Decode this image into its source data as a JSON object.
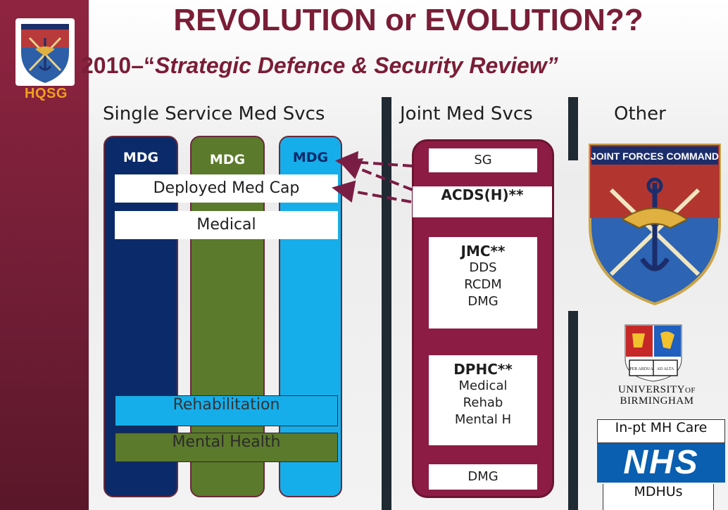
{
  "branding": {
    "tag": "HQSG"
  },
  "header": {
    "title": "REVOLUTION or EVOLUTION??",
    "subtitle_prefix": "2010–“",
    "subtitle_italic": "Strategic Defence & Security Review”"
  },
  "sections": {
    "single": "Single Service Med Svcs",
    "joint": "Joint Med Svcs",
    "other": "Other"
  },
  "single_service": {
    "mdg_labels": [
      "MDG",
      "MDG",
      "MDG"
    ],
    "deployed": "Deployed Med Cap",
    "medical": "Medical",
    "rehab": "Rehabilitation",
    "mental": "Mental Health",
    "colors": {
      "navy": "#0b2a6a",
      "green": "#5b7a2b",
      "cyan": "#16aeea"
    }
  },
  "joint": {
    "sg": "SG",
    "acds": "ACDS(H)**",
    "jmc": {
      "title": "JMC**",
      "items": [
        "DDS",
        "RCDM",
        "DMG"
      ]
    },
    "dphc": {
      "title": "DPHC**",
      "items": [
        "Medical",
        "Rehab",
        "Mental H"
      ]
    },
    "dmg": "DMG",
    "color": "#8c1c44"
  },
  "other": {
    "jfc_banner": "JOINT FORCES COMMAND",
    "uni_line1": "UNIVERSITY",
    "uni_of": "OF",
    "uni_line2": "BIRMINGHAM",
    "crest_motto_left": "PER ARDUA",
    "crest_motto_right": "AD ALTA",
    "inpt": "In-pt MH Care",
    "nhs": "NHS",
    "mdhus": "MDHUs"
  }
}
